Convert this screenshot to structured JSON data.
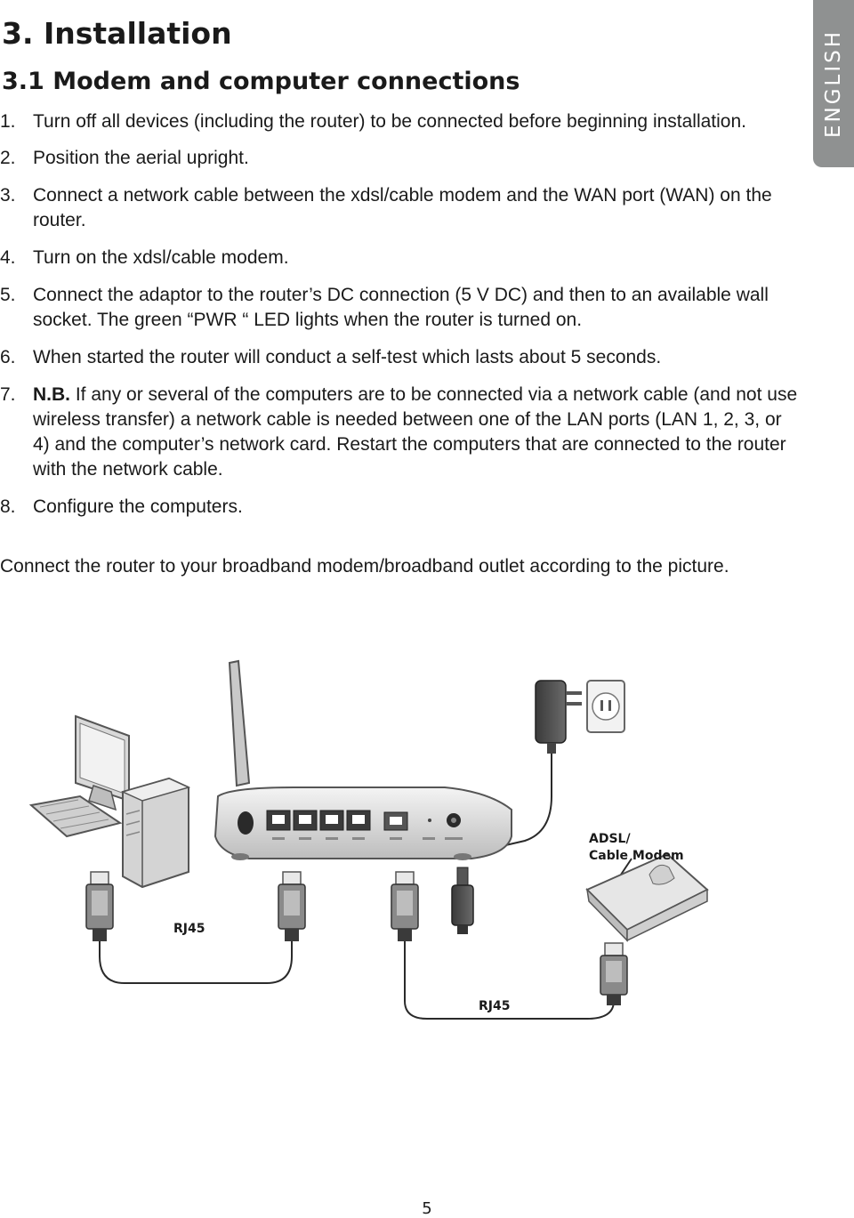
{
  "side_tab": {
    "label": "ENGLISH"
  },
  "heading": "3. Installation",
  "subheading": "3.1 Modem and computer connections",
  "steps": [
    {
      "num": "1.",
      "text": "Turn off all devices (including the router) to be connected before beginning installation."
    },
    {
      "num": "2.",
      "text": "Position the aerial upright."
    },
    {
      "num": "3.",
      "text": "Connect a network cable between the xdsl/cable modem and the WAN port (WAN) on the router."
    },
    {
      "num": "4.",
      "text": "Turn on the xdsl/cable modem."
    },
    {
      "num": "5.",
      "text": "Connect the adaptor to the router’s DC connection (5 V DC) and then to an available wall socket. The green “PWR “ LED lights when the router is turned on."
    },
    {
      "num": "6.",
      "text": "When started the router will conduct a self-test which lasts about 5 seconds."
    },
    {
      "num": "7.",
      "prefix": "N.B.",
      "text": " If any or several of the computers are to be connected via a network cable (and not use wireless transfer) a network cable is needed between one of the LAN ports (LAN 1, 2, 3, or 4) and the computer’s network card. Restart the computers that are connected to the router with the network cable."
    },
    {
      "num": "8.",
      "text": "Configure the computers."
    }
  ],
  "intro_text": "Connect the router to your broadband modem/broadband outlet according to the picture.",
  "diagram": {
    "modem_label_line1": "ADSL/",
    "modem_label_line2": "Cable Modem",
    "rj45_label_left": "RJ45",
    "rj45_label_bottom": "RJ45",
    "icons": [
      "computer-icon",
      "router-icon",
      "power-adapter-icon",
      "wall-socket-icon",
      "modem-icon",
      "rj45-plug-icon",
      "dc-plug-icon"
    ]
  },
  "page_number": "5"
}
